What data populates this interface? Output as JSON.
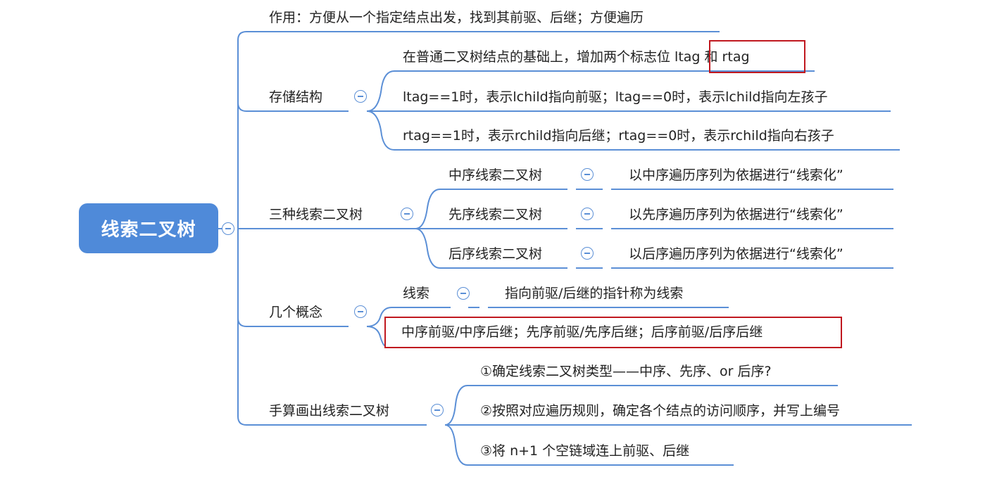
{
  "root": {
    "label": "线索二叉树",
    "color": "#4f8ad9",
    "line_color": "#4f8ad9",
    "highlight_color": "#c0181f"
  },
  "branches": {
    "purpose": {
      "text": "作用：方便从一个指定结点出发，找到其前驱、后继；方便遍历"
    },
    "storage": {
      "label": "存储结构",
      "items": [
        "在普通二叉树结点的基础上，增加两个标志位 ltag 和 rtag",
        "ltag==1时，表示lchild指向前驱；ltag==0时，表示lchild指向左孩子",
        "rtag==1时，表示rchild指向后继；rtag==0时，表示rchild指向右孩子"
      ]
    },
    "three_kinds": {
      "label": "三种线索二叉树",
      "items": [
        {
          "name": "中序线索二叉树",
          "desc": "以中序遍历序列为依据进行“线索化”"
        },
        {
          "name": "先序线索二叉树",
          "desc": "以先序遍历序列为依据进行“线索化”"
        },
        {
          "name": "后序线索二叉树",
          "desc": "以后序遍历序列为依据进行“线索化”"
        }
      ]
    },
    "concepts": {
      "label": "几个概念",
      "thread": {
        "name": "线索",
        "desc": "指向前驱/后继的指针称为线索"
      },
      "orders": "中序前驱/中序后继；先序前驱/先序后继；后序前驱/后序后继"
    },
    "manual": {
      "label": "手算画出线索二叉树",
      "steps": [
        "①确定线索二叉树类型——中序、先序、or 后序?",
        "②按照对应遍历规则，确定各个结点的访问顺序，并写上编号",
        "③将 n+1 个空链域连上前驱、后继"
      ]
    }
  }
}
